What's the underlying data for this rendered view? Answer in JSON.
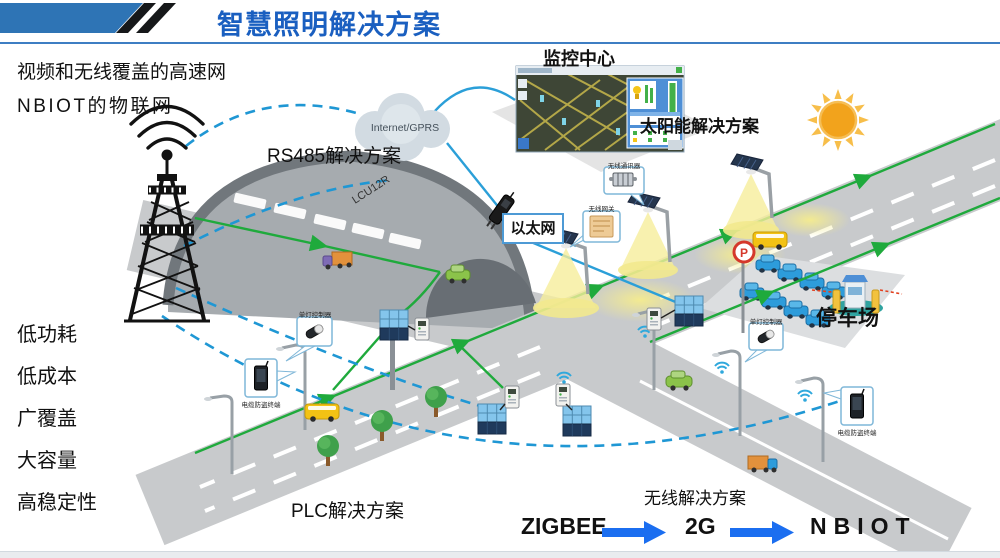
{
  "header": {
    "title": "智慧照明解决方案"
  },
  "intro": {
    "line1": "视频和无线覆盖的高速网",
    "line2": "NBIOT的物联网"
  },
  "features": {
    "items": [
      "低功耗",
      "低成本",
      "广覆盖",
      "大容量",
      "高稳定性"
    ]
  },
  "network": {
    "cloud": "Internet/GPRS",
    "monitoring_center": "监控中心",
    "ethernet": "以太网"
  },
  "solutions": {
    "rs485": "RS485解决方案",
    "solar": "太阳能解决方案",
    "plc": "PLC解决方案",
    "wireless": "无线解决方案"
  },
  "devices": {
    "lcu12r": "LCU12R",
    "wireless_communicator": "无线通讯器",
    "wireless_gateway": "无线网关",
    "lamp_controller": "单灯控制器",
    "cable_antitheft": "电缆防盗终端"
  },
  "places": {
    "parking": "停车场"
  },
  "evolution": {
    "step1": "ZIGBEE",
    "step2": "2G",
    "step3": "NBIOT"
  },
  "colors": {
    "header_blue": "#2E74B5",
    "title_blue": "#1A5FC0",
    "link_blue": "#2B9FD8",
    "dashed_blue": "#1F97D4",
    "circuit_green": "#1FAA3C",
    "road_gray": "#C8CACC",
    "glow_yellow": "#F5EC8E",
    "sun_orange": "#F2A31C",
    "arrow_blue": "#1B6EF0",
    "car_blue": "#2D9CDB",
    "bus_yellow": "#F3C214"
  }
}
